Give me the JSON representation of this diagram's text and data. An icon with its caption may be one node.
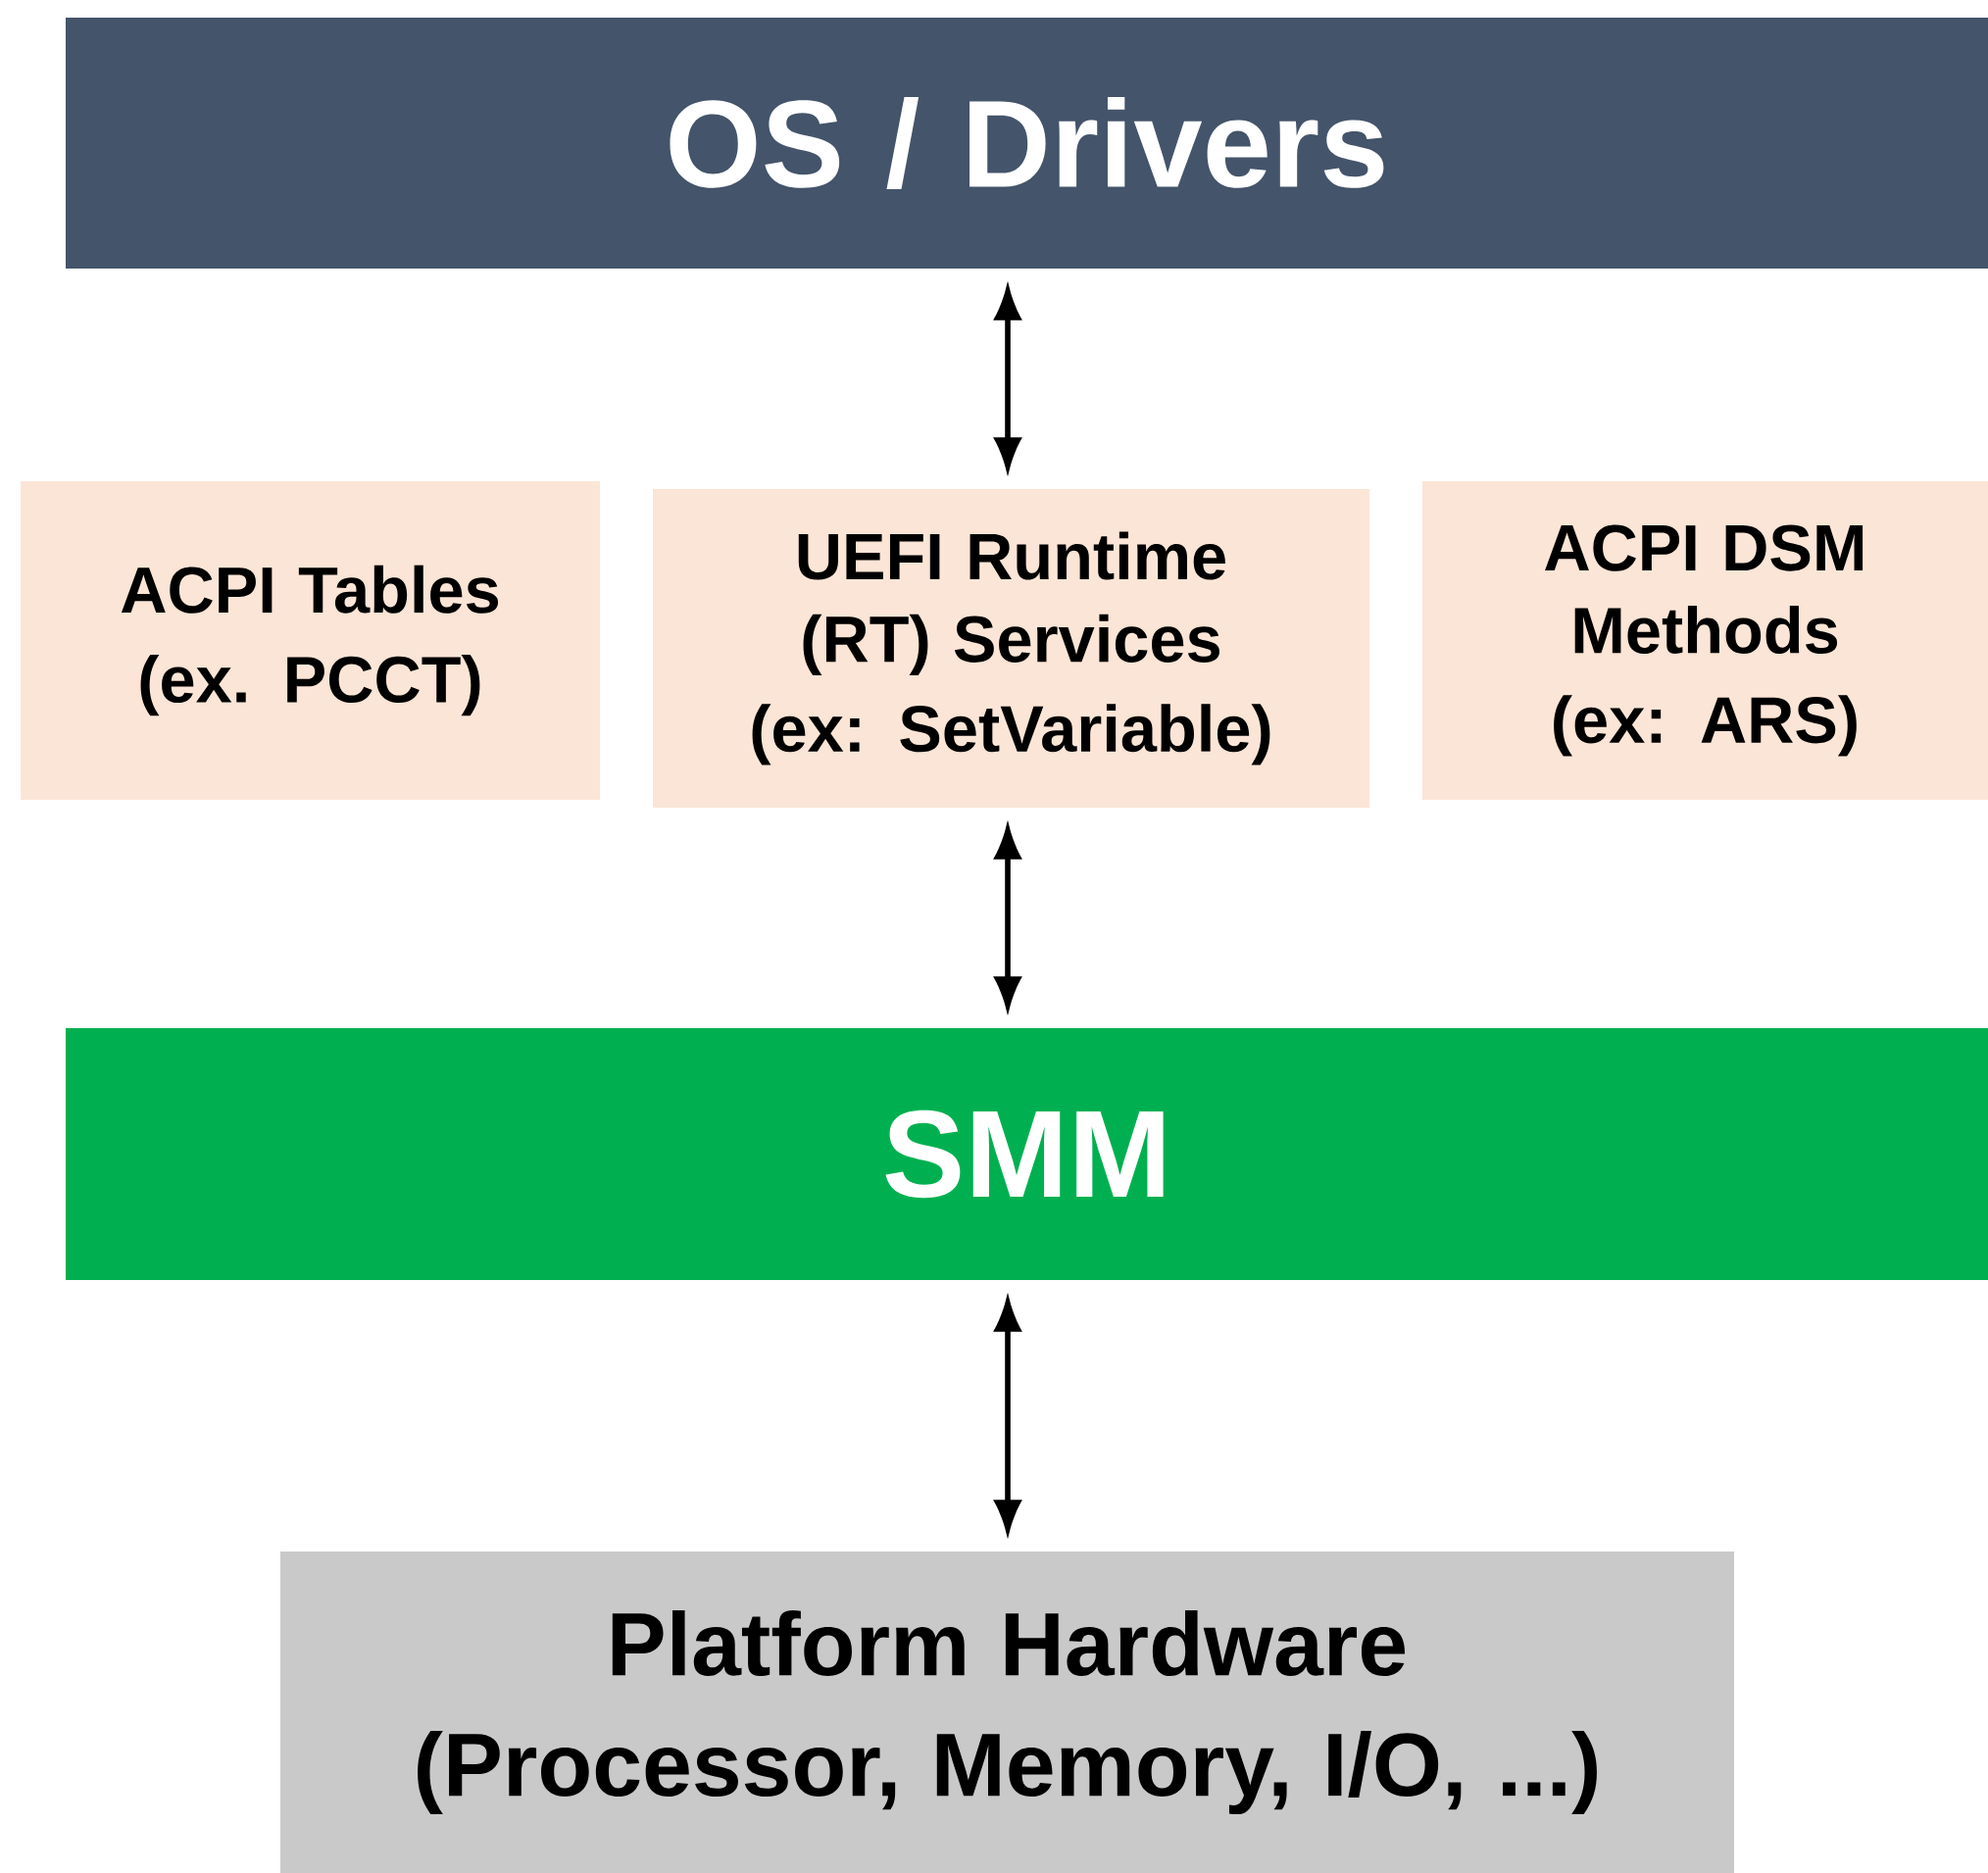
{
  "diagram": {
    "nodes": [
      {
        "text": [
          "OS / Drivers"
        ]
      },
      {
        "text": [
          "ACPI Tables",
          "(ex. PCCT)"
        ]
      },
      {
        "text": [
          "UEFI Runtime (RT) Services",
          "(ex: SetVariable)"
        ]
      },
      {
        "text": [
          "ACPI DSM Methods",
          "(ex: ARS)"
        ]
      },
      {
        "text": [
          "SMM"
        ]
      },
      {
        "text": [
          "Platform Hardware",
          "(Processor, Memory, I/O, ...)"
        ]
      }
    ],
    "edges": [
      {
        "from": 0,
        "to": 2,
        "arrow": "both"
      },
      {
        "from": 2,
        "to": 4,
        "arrow": "both"
      },
      {
        "from": 4,
        "to": 5,
        "arrow": "both"
      }
    ]
  }
}
